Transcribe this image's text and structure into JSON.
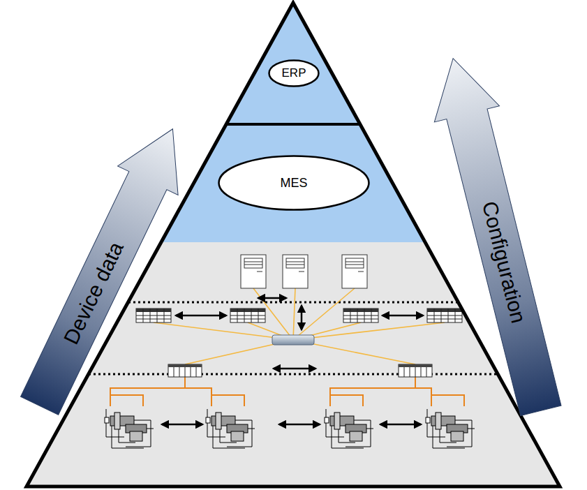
{
  "diagram": {
    "nodes": [
      {
        "text": [
          "ERP"
        ]
      },
      {
        "text": [
          "MES"
        ]
      },
      {
        "text": [
          "Device data"
        ]
      },
      {
        "text": [
          "Configuration"
        ]
      }
    ]
  }
}
